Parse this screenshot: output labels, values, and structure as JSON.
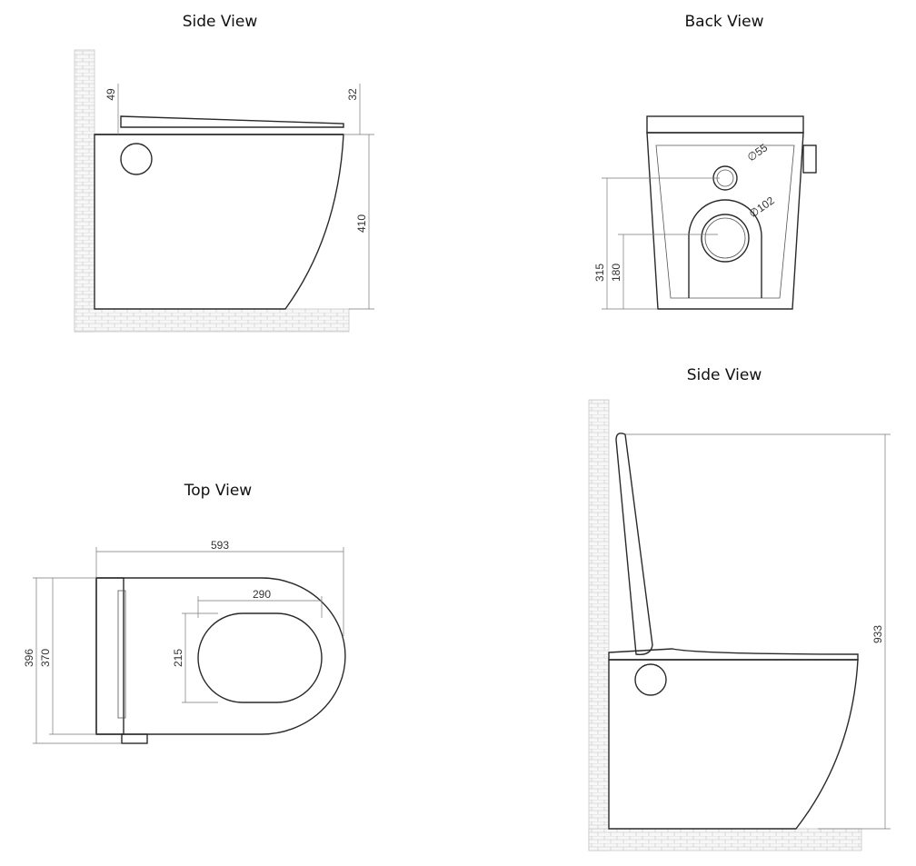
{
  "views": {
    "side_top": {
      "title": "Side View",
      "dims": {
        "d49": "49",
        "d32": "32",
        "d410": "410"
      }
    },
    "back": {
      "title": "Back View",
      "dims": {
        "d55": "∅55",
        "d102": "∅102",
        "d315": "315",
        "d180": "180"
      }
    },
    "top": {
      "title": "Top View",
      "dims": {
        "d593": "593",
        "d290": "290",
        "d215": "215",
        "d396": "396",
        "d370": "370"
      }
    },
    "side_bottom": {
      "title": "Side View",
      "dims": {
        "d933": "933"
      }
    }
  }
}
